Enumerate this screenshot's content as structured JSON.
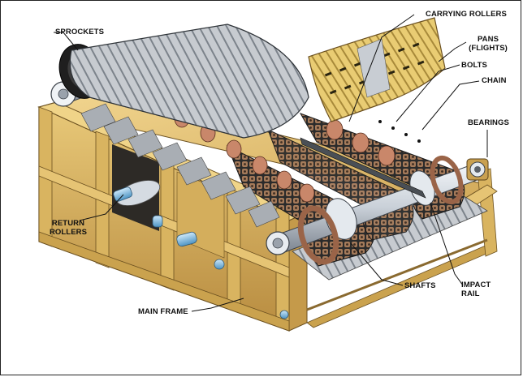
{
  "labels": {
    "sprockets": "SPROCKETS",
    "carrying_rollers": "CARRYING ROLLERS",
    "pans_line1": "PANS",
    "pans_line2": "(FLIGHTS)",
    "bolts": "BOLTS",
    "chain": "CHAIN",
    "bearings": "BEARINGS",
    "return_rollers_line1": "RETURN",
    "return_rollers_line2": "ROLLERS",
    "shafts": "SHAFTS",
    "impact_rail_line1": "IMPACT",
    "impact_rail_line2": "RAIL",
    "main_frame": "MAIN FRAME"
  },
  "colors": {
    "frame_wood": "#e8c87a",
    "frame_wood_dark": "#c9a050",
    "pan_steel": "#b8bcc2",
    "pan_gold": "#e3c468",
    "chain_dark": "#2a2a2a",
    "roller_copper": "#c9876a",
    "shaft_steel": "#d6dce4",
    "return_roller_blue": "#7ab8e0"
  }
}
